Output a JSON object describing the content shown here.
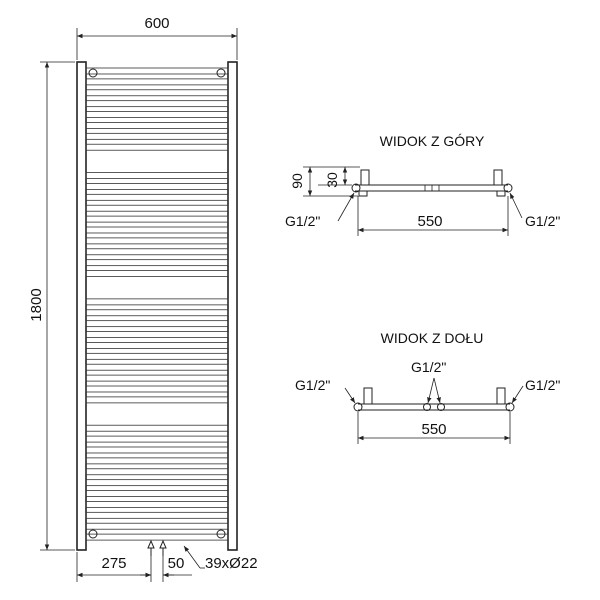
{
  "front_view": {
    "width_label": "600",
    "height_label": "1800",
    "offset_label": "275",
    "spacing_label": "50",
    "tube_label": "39xØ22"
  },
  "top_view": {
    "title": "WIDOK Z GÓRY",
    "depth_outer_label": "90",
    "depth_inner_label": "30",
    "left_conn_label": "G1/2\"",
    "right_conn_label": "G1/2\"",
    "width_label": "550"
  },
  "bottom_view": {
    "title": "WIDOK Z DOŁU",
    "left_conn_label": "G1/2\"",
    "center_conn_label": "G1/2\"",
    "right_conn_label": "G1/2\"",
    "width_label": "550"
  },
  "tube_count": 39
}
